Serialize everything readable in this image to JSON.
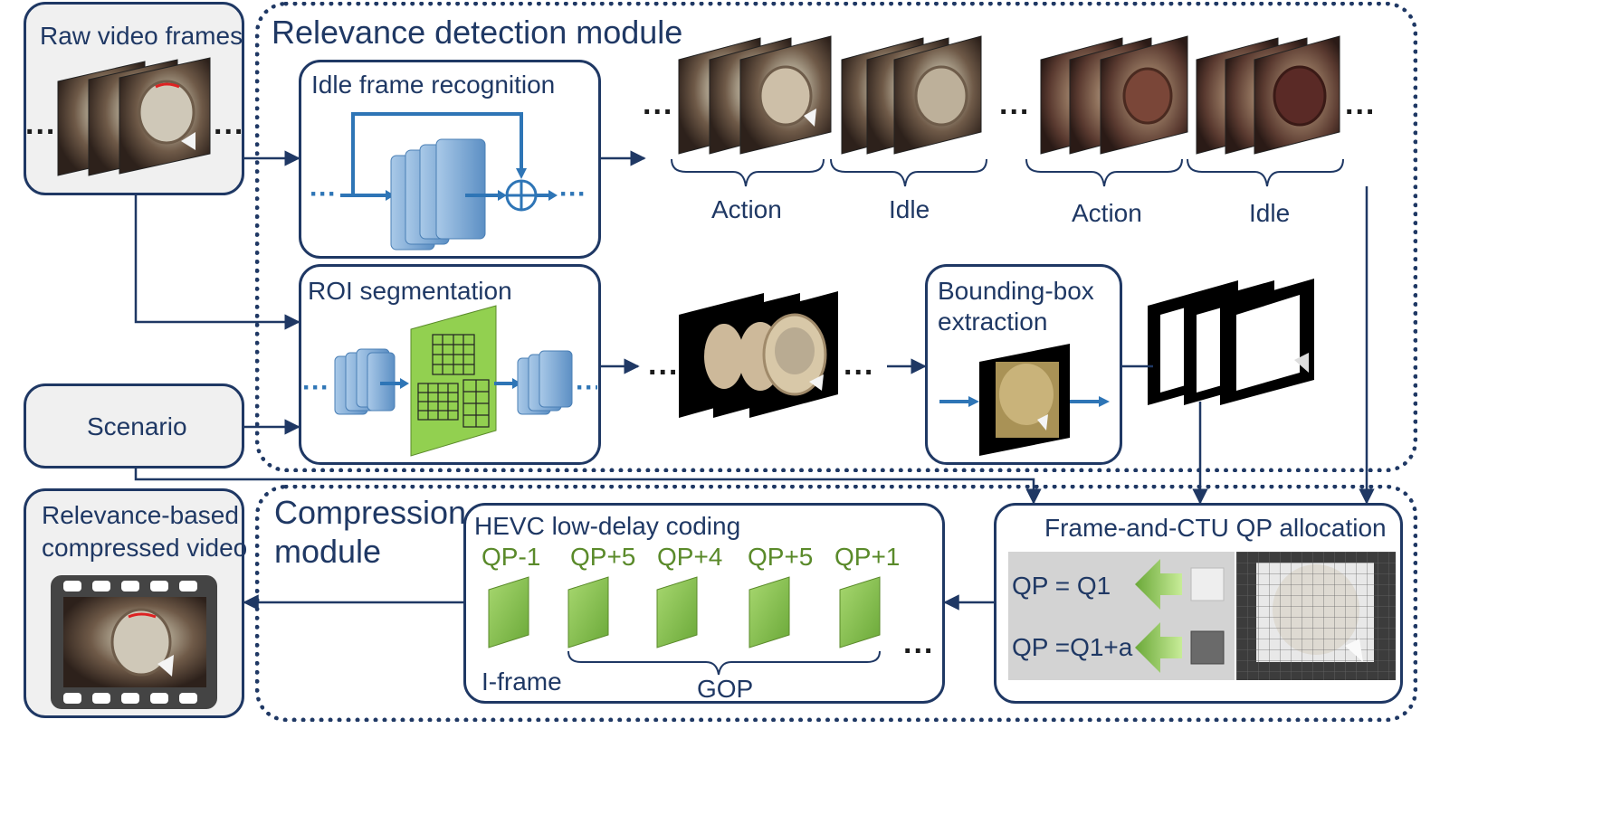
{
  "raw_frames": {
    "title": "Raw video frames"
  },
  "relevance_module": {
    "title": "Relevance detection module"
  },
  "idle_recognition": {
    "title": "Idle frame recognition"
  },
  "roi_segmentation": {
    "title": "ROI segmentation"
  },
  "scenario": {
    "label": "Scenario"
  },
  "frame_labels": [
    "Action",
    "Idle",
    "Action",
    "Idle"
  ],
  "bbox": {
    "title_line1": "Bounding-box",
    "title_line2": "extraction"
  },
  "compression_module": {
    "title_line1": "Compression",
    "title_line2": "module"
  },
  "output": {
    "title_line1": "Relevance-based",
    "title_line2": "compressed video"
  },
  "hevc": {
    "title": "HEVC low-delay coding",
    "qps": [
      "QP-1",
      "QP+5",
      "QP+4",
      "QP+5",
      "QP+1"
    ],
    "iframe_label": "I-frame",
    "gop_label": "GOP"
  },
  "qp_alloc": {
    "title": "Frame-and-CTU QP allocation",
    "q1": "QP = Q1",
    "q2": "QP =Q1+a"
  },
  "ellipsis": "..."
}
